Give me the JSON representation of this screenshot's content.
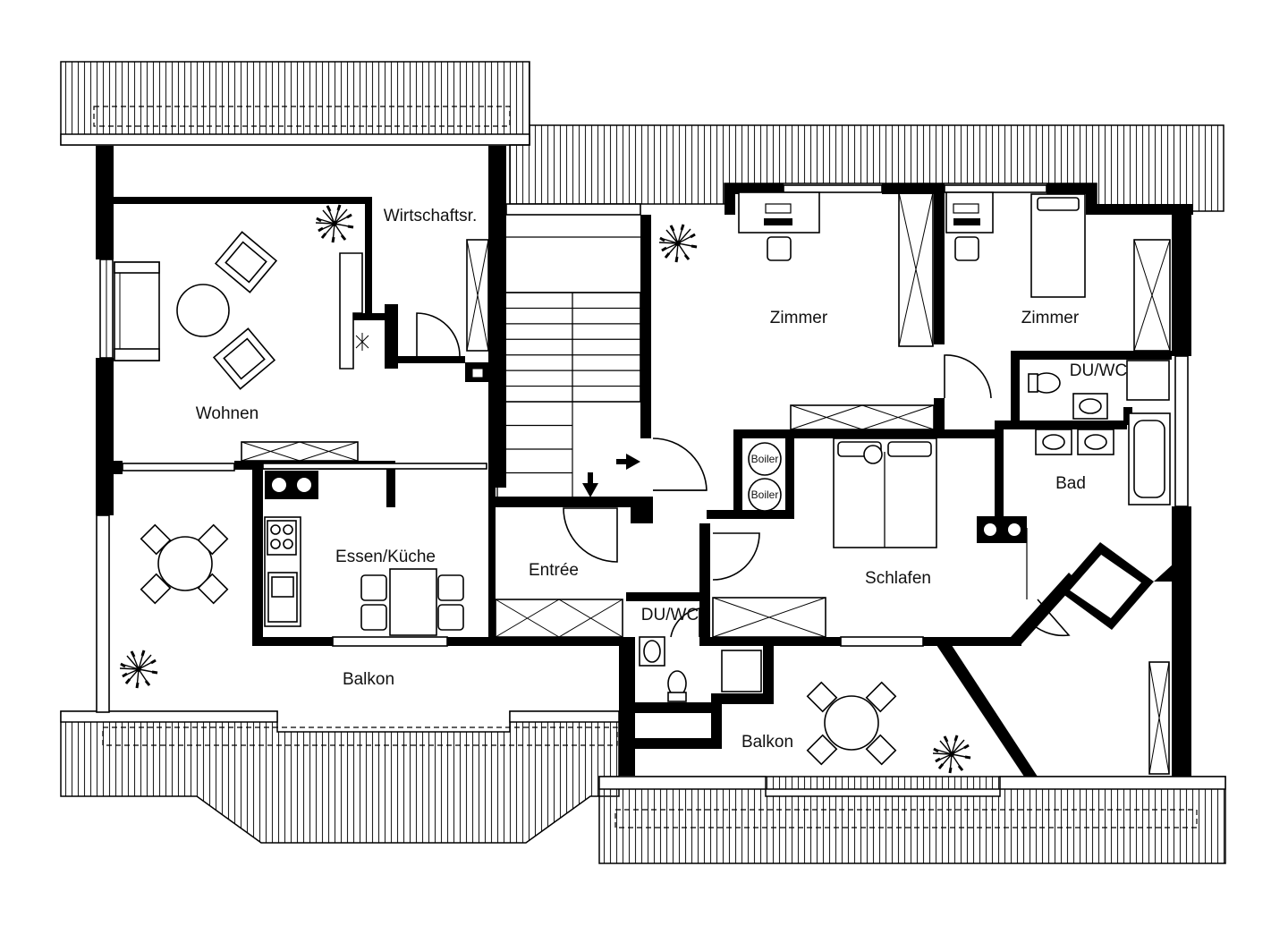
{
  "plan": {
    "rooms": {
      "wirtschaftsraum": "Wirtschaftsr.",
      "wohnen": "Wohnen",
      "zimmer_1": "Zimmer",
      "zimmer_2": "Zimmer",
      "duwc_1": "DU/WC",
      "duwc_2": "DU/WC",
      "bad": "Bad",
      "schlafen": "Schlafen",
      "essen_kueche": "Essen/Küche",
      "entree": "Entrée",
      "balkon_1": "Balkon",
      "balkon_2": "Balkon"
    },
    "boiler_1": "Boiler",
    "boiler_2": "Boiler"
  },
  "icons": [
    "plant-icon",
    "armchair-icon",
    "round-table-icon",
    "sofa-icon",
    "bed-icon",
    "desk-icon",
    "toilet-icon",
    "sink-icon",
    "bathtub-icon",
    "shower-icon",
    "stove-icon",
    "arrow-icon"
  ]
}
